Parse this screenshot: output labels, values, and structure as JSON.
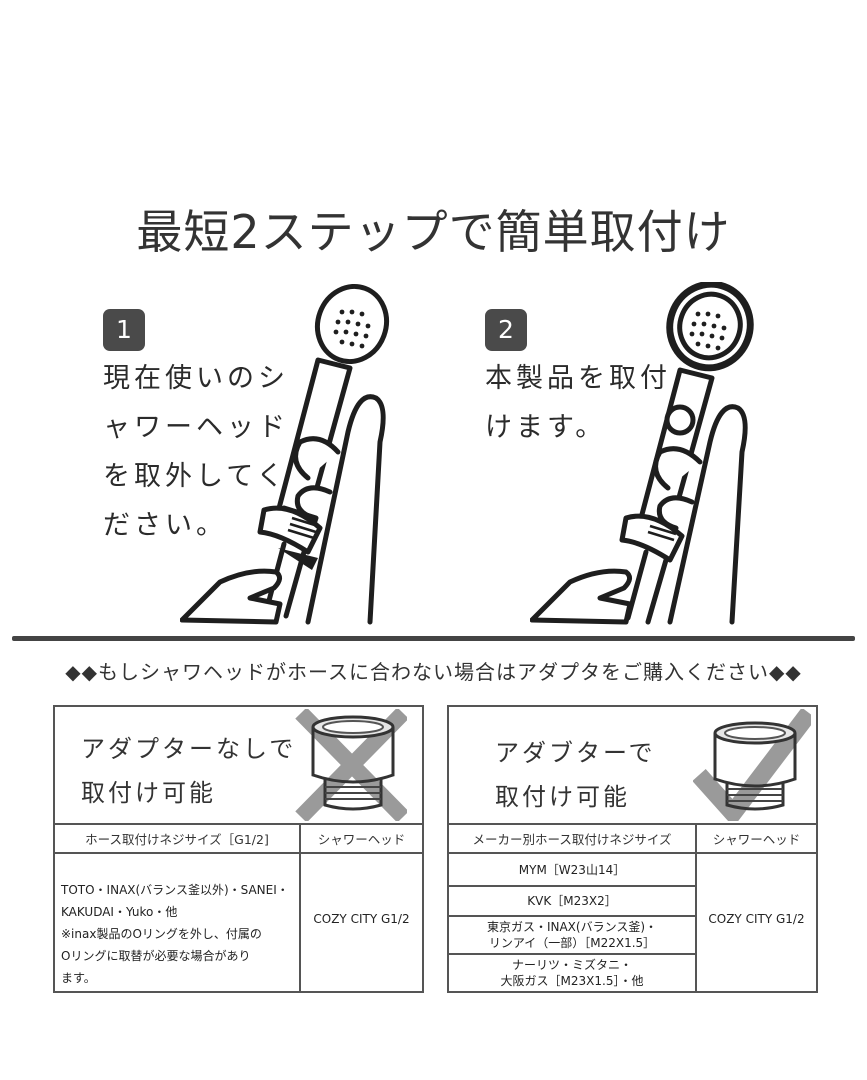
{
  "title": "最短2ステップで簡単取付け",
  "steps": [
    {
      "number": "1",
      "lines": [
        "現在使いのシ",
        "ャワーヘッド",
        "を取外してく",
        "ださい。"
      ]
    },
    {
      "number": "2",
      "lines": [
        "本製品を取付",
        "けます。"
      ]
    }
  ],
  "notice": "◆◆もしシャワヘッドがホースに合わない場合はアダプタをご購入ください◆◆",
  "left_panel": {
    "heading_lines": [
      "アダプターなしで",
      "取付け可能"
    ],
    "col1_header": "ホース取付けネジサイズ［G1/2]",
    "col2_header": "シャワーヘッド",
    "makers_lines": [
      "TOTO・INAX(バランス釜以外)・SANEI・",
      "KAKUDAI・Yuko・他"
    ],
    "note_lines": [
      "※inax製品のOリングを外し、付属の",
      "  Oリングに取替が必要な場合があり",
      "  ます。"
    ],
    "product": "COZY CITY G1/2"
  },
  "right_panel": {
    "heading_lines": [
      "アダブターで",
      "取付け可能"
    ],
    "col1_header": "メーカー別ホース取付けネジサイズ",
    "col2_header": "シャワーヘッド",
    "rows": [
      {
        "lines": [
          "MYM［W23山14］"
        ]
      },
      {
        "lines": [
          "KVK［M23X2］"
        ]
      },
      {
        "lines": [
          "東京ガス・INAX(バランス釜)・",
          "リンアイ（一部）［M22X1.5］"
        ]
      },
      {
        "lines": [
          "ナーリツ・ミズタニ・",
          "大阪ガス［M23X1.5］・他"
        ]
      }
    ],
    "product": "COZY CITY G1/2"
  },
  "icons": [
    "hand-shower-removing-illustration",
    "hand-shower-attaching-illustration",
    "cross-mark-icon",
    "check-mark-icon",
    "adapter-fitting-icon"
  ]
}
